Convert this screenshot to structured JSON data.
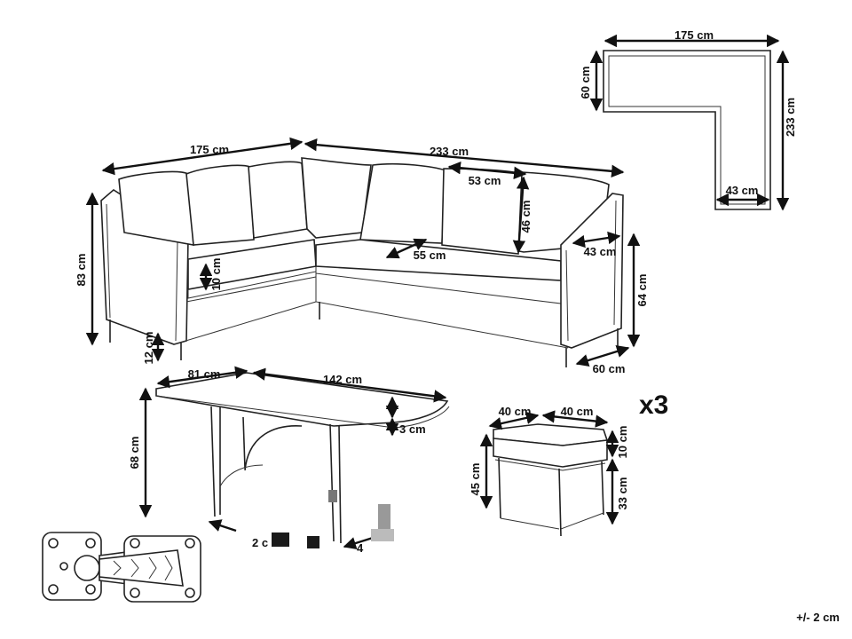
{
  "labels": {
    "plan_top": "175 cm",
    "plan_left": "60 cm",
    "plan_right": "233 cm",
    "plan_bottom": "43 cm",
    "sofa_width_left": "175 cm",
    "sofa_width_right": "233 cm",
    "sofa_height": "83 cm",
    "back_cushion": "53 cm",
    "back_height": "46 cm",
    "seat_height_gap": "10 cm",
    "seat_depth": "55 cm",
    "arm_width": "43 cm",
    "arm_height": "64 cm",
    "leg_height": "12 cm",
    "depth": "60 cm",
    "table_width": "81 cm",
    "table_length": "142 cm",
    "table_height": "68 cm",
    "table_top_thickness": "3 cm",
    "stool_width": "40 cm",
    "stool_depth": "40 cm",
    "stool_cushion": "10 cm",
    "stool_height": "45 cm",
    "stool_base": "33 cm",
    "quantity": "x3",
    "tolerance": "+/- 2 cm",
    "obscured_1": "2 c",
    "obscured_2": "4"
  },
  "icons": [
    "sofa-drawing",
    "table-drawing",
    "stool-drawing",
    "leg-bracket-drawing",
    "plan-view-drawing"
  ]
}
